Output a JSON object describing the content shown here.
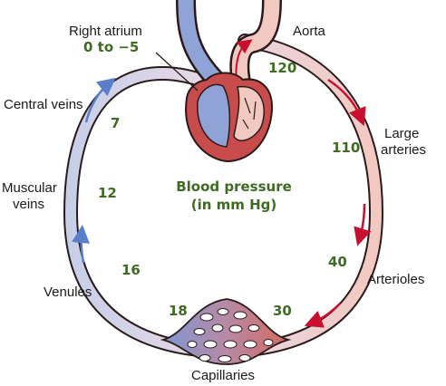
{
  "diagram": {
    "labels": {
      "right_atrium": "Right atrium",
      "right_atrium_pressure": "0 to −5",
      "aorta": "Aorta",
      "central_veins": "Central veins",
      "large_arteries_1": "Large",
      "large_arteries_2": "arteries",
      "muscular_veins_1": "Muscular",
      "muscular_veins_2": "veins",
      "arterioles": "Arterioles",
      "venules": "Venules",
      "capillaries": "Capillaries"
    },
    "center_title_1": "Blood pressure",
    "center_title_2": "(in mm Hg)",
    "pressures": {
      "aorta": "120",
      "large_arteries": "110",
      "arterioles": "40",
      "capillary_arterial_end": "30",
      "capillary_venous_end": "18",
      "venules": "16",
      "muscular_veins": "12",
      "central_veins": "7"
    },
    "colors": {
      "arterial": "#f2c9c0",
      "arterial_outline": "#2a1a1a",
      "venous": "#c7cfe8",
      "heart_red": "#c94c4c",
      "heart_blue": "#8fa3d6",
      "arrow_red": "#c8102e",
      "arrow_blue": "#5a7fc8",
      "number_green": "#3d6b22"
    }
  }
}
